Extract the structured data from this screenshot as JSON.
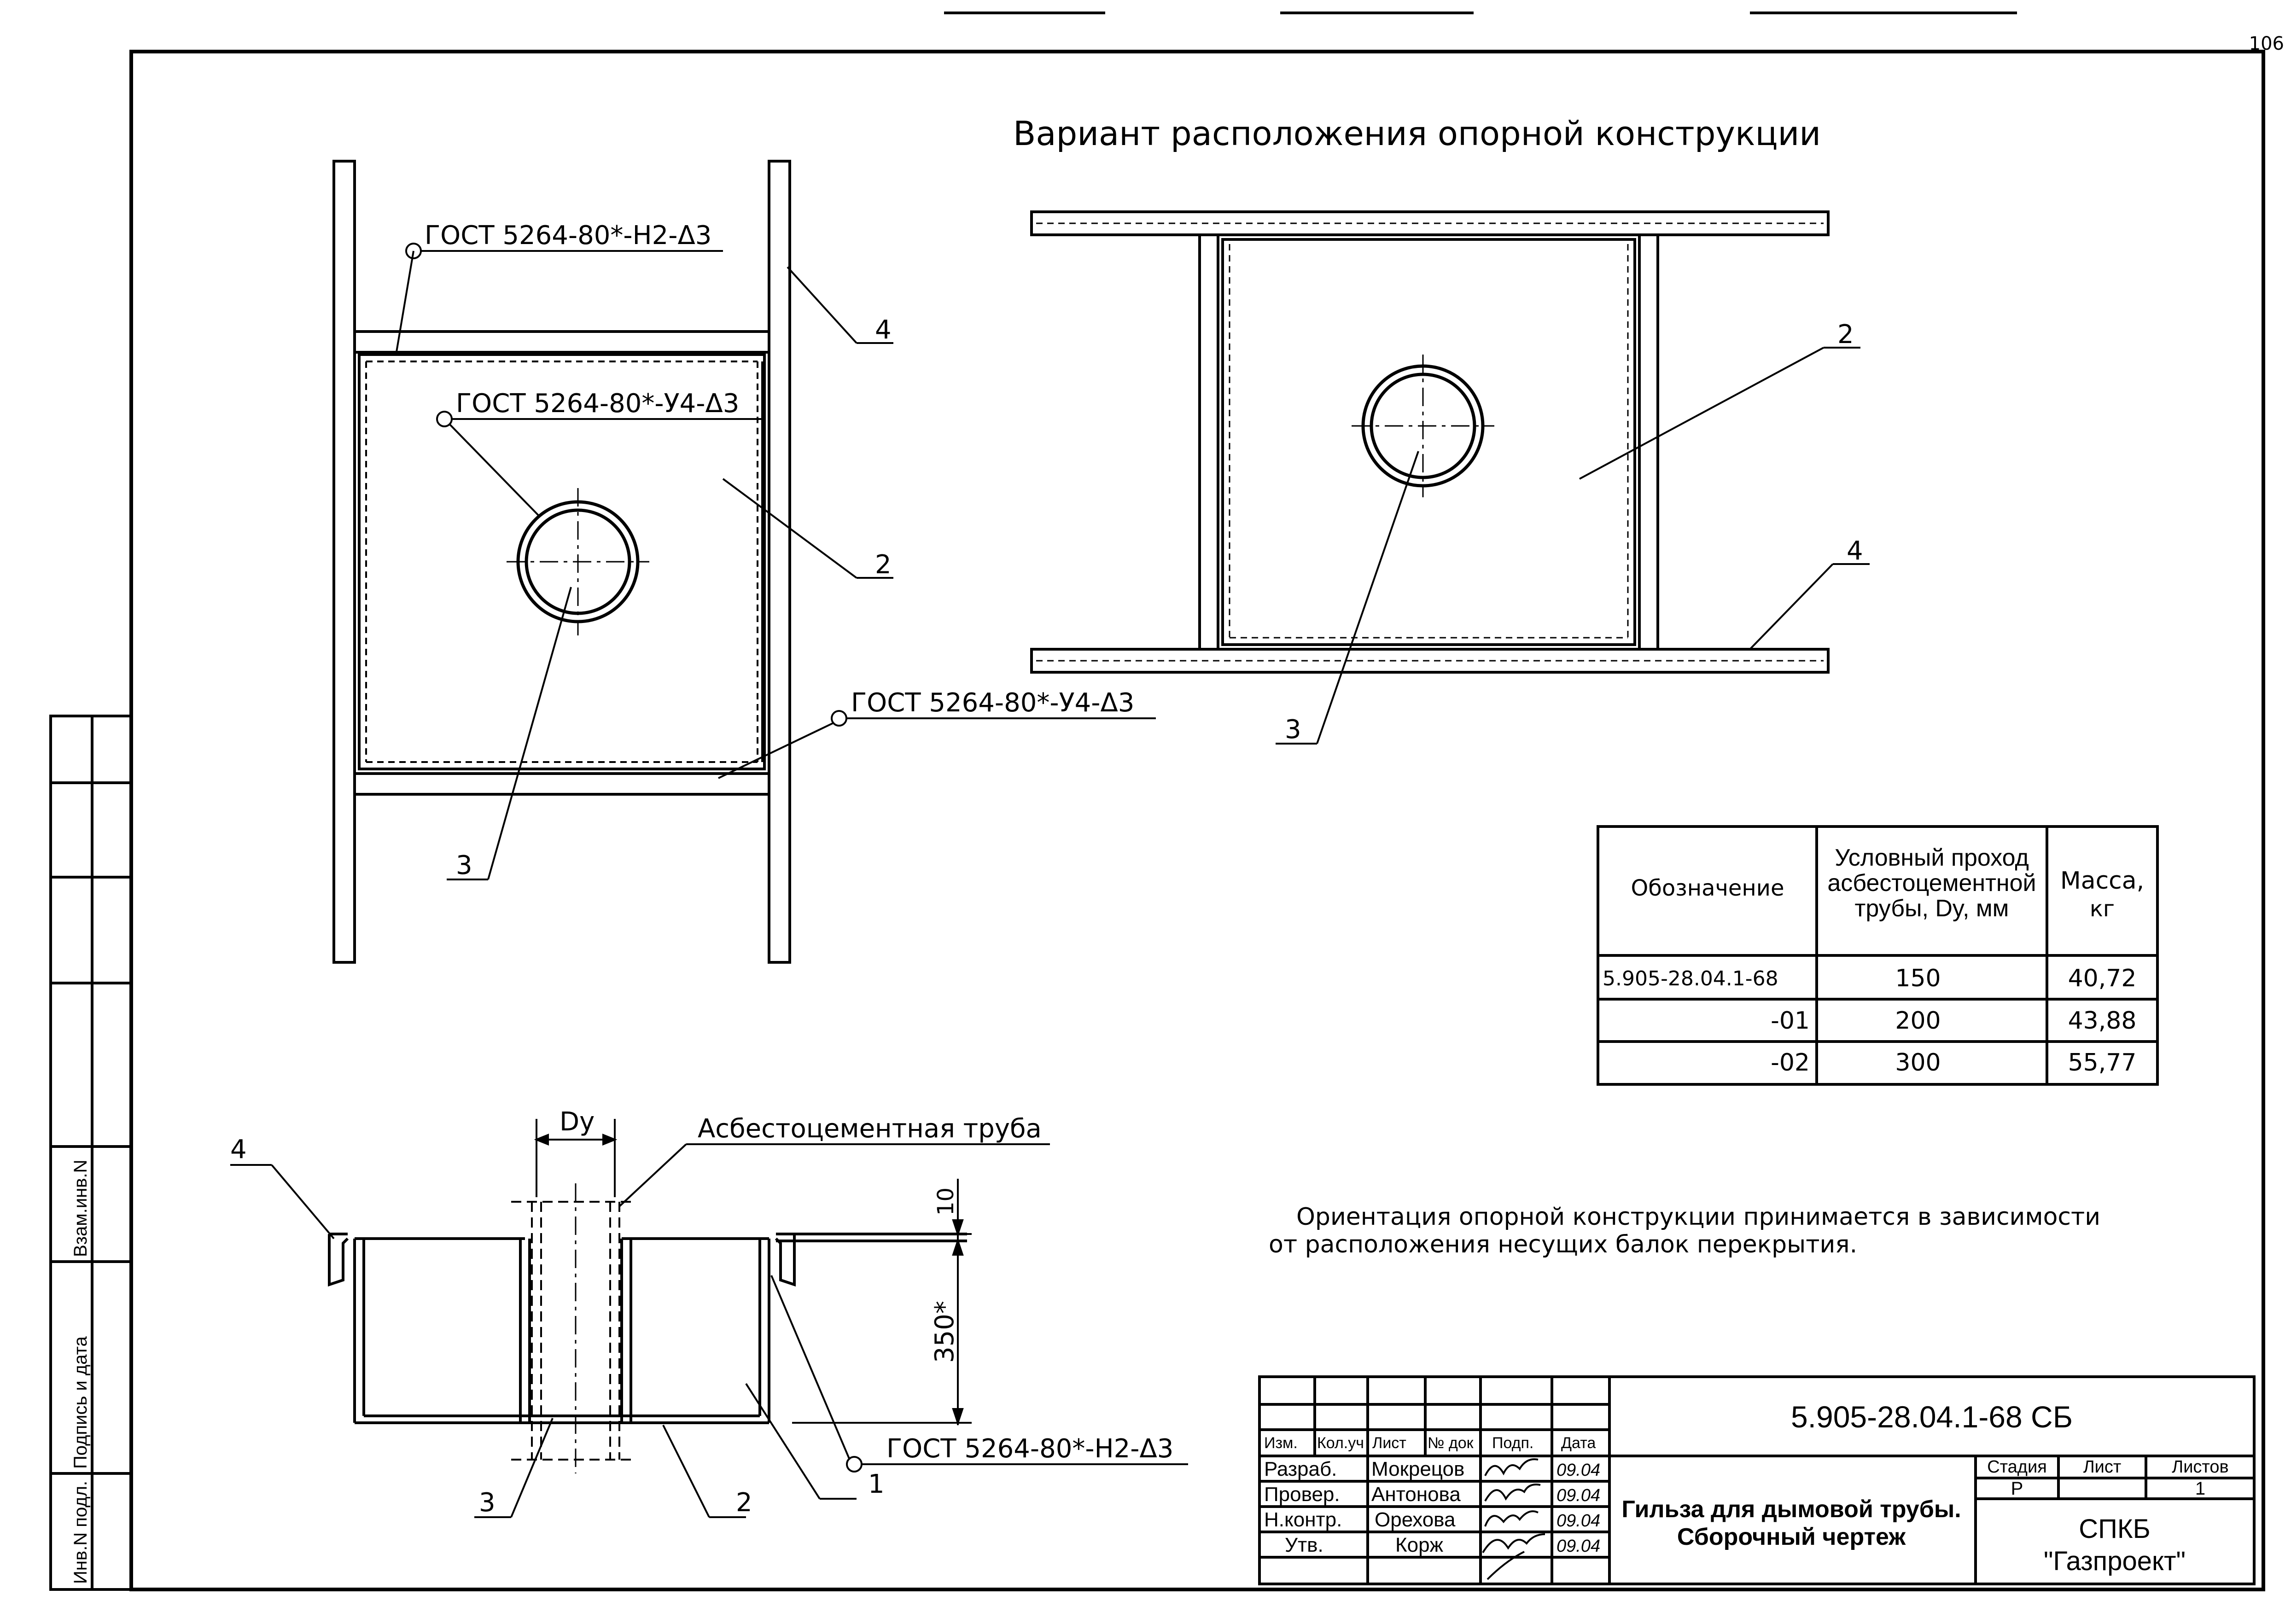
{
  "page_number": "106",
  "section_title": "Вариант расположения опорной конструкции",
  "callouts": {
    "weld_h2": "ГОСТ 5264-80*-Н2-Δ3",
    "weld_u4": "ГОСТ 5264-80*-У4-Δ3",
    "pipe_label": "Асбестоцементная труба",
    "dy": "Dy",
    "pos1": "1",
    "pos2": "2",
    "pos3": "3",
    "pos4": "4"
  },
  "dims": {
    "d10": "10",
    "d350": "350*"
  },
  "note_line1": "Ориентация опорной конструкции принимается в зависимости",
  "note_line2": "от расположения несущих балок перекрытия.",
  "spec_table": {
    "headers": {
      "designation": "Обозначение",
      "dy_line1": "Условный проход",
      "dy_line2": "асбестоцементной",
      "dy_line3": "трубы, Dy, мм",
      "mass_line1": "Масса,",
      "mass_line2": "кг"
    },
    "rows": [
      {
        "designation": "5.905-28.04.1-68",
        "dy": "150",
        "mass": "40,72"
      },
      {
        "designation": "-01",
        "dy": "200",
        "mass": "43,88"
      },
      {
        "designation": "-02",
        "dy": "300",
        "mass": "55,77"
      }
    ]
  },
  "side_stamp": {
    "inv_podl": "Инв.N подл.",
    "podpis": "Подпись и дата",
    "vzam": "Взам.инв.N"
  },
  "title_block": {
    "doc_code": "5.905-28.04.1-68 СБ",
    "title_line1": "Гильза для дымовой трубы.",
    "title_line2": "Сборочный чертеж",
    "org_line1": "СПКБ",
    "org_line2": "\"Газпроект\"",
    "head": {
      "izm": "Изм.",
      "kol": "Кол.уч",
      "list": "Лист",
      "ndok": "№ док",
      "podp": "Подп.",
      "data": "Дата"
    },
    "stage_header": "Стадия",
    "sheet_header": "Лист",
    "sheets_header": "Листов",
    "stage": "Р",
    "sheets": "1",
    "roles": [
      {
        "role": "Разраб.",
        "name": "Мокрецов",
        "date": "09.04"
      },
      {
        "role": "Провер.",
        "name": "Антонова",
        "date": "09.04"
      },
      {
        "role": "Н.контр.",
        "name": "Орехова",
        "date": "09.04"
      },
      {
        "role": "Утв.",
        "name": "Корж",
        "date": "09.04"
      }
    ]
  }
}
